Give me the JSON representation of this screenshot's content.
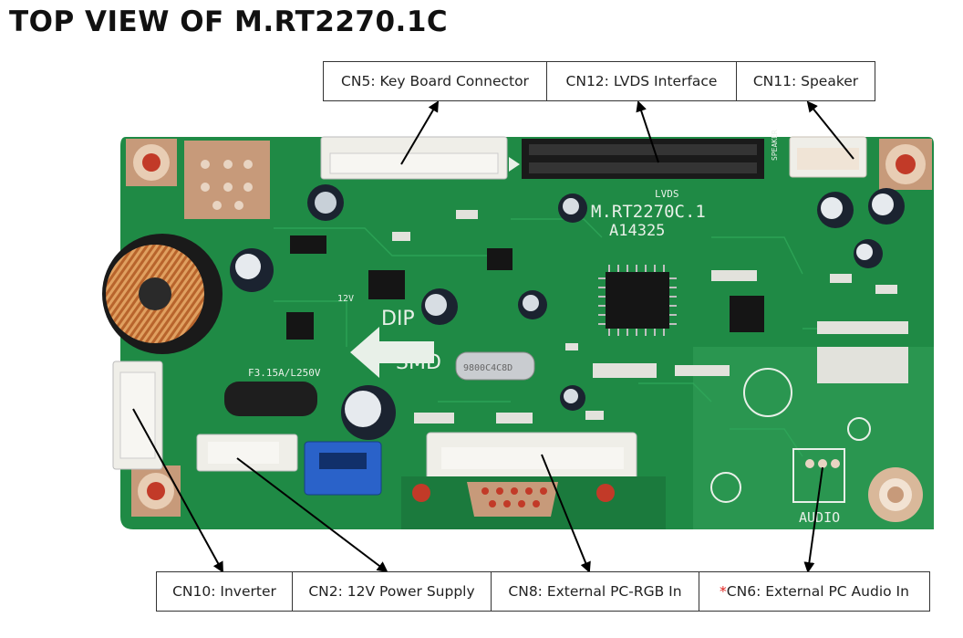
{
  "title": "TOP VIEW OF M.RT2270.1C",
  "top_labels": [
    {
      "text": "CN5: Key Board Connector"
    },
    {
      "text": "CN12: LVDS Interface"
    },
    {
      "text": "CN11: Speaker"
    }
  ],
  "bottom_labels": [
    {
      "text": "CN10: Inverter"
    },
    {
      "text": "CN2: 12V Power Supply"
    },
    {
      "text": "CN8: External PC-RGB In"
    },
    {
      "star": "*",
      "text": "CN6: External PC Audio In"
    }
  ],
  "board_text": {
    "model": "M.RT2270C.1",
    "batch": "A14325",
    "dip": "DIP",
    "smd": "SMD",
    "lvds": "LVDS",
    "audio": "AUDIO",
    "fuse": "F3.15A/L250V",
    "crystal": "9800C4C8D",
    "pwr12v": "12V",
    "speaker": "SPEAKER"
  },
  "colors": {
    "pcb": "#1f8a45",
    "pcb_dark": "#146b33",
    "silkscreen": "#e8f0e8",
    "pad": "#c79a7a",
    "connector_white": "#efeee8",
    "connector_blue": "#2a62c9",
    "arrow": "#000000"
  }
}
